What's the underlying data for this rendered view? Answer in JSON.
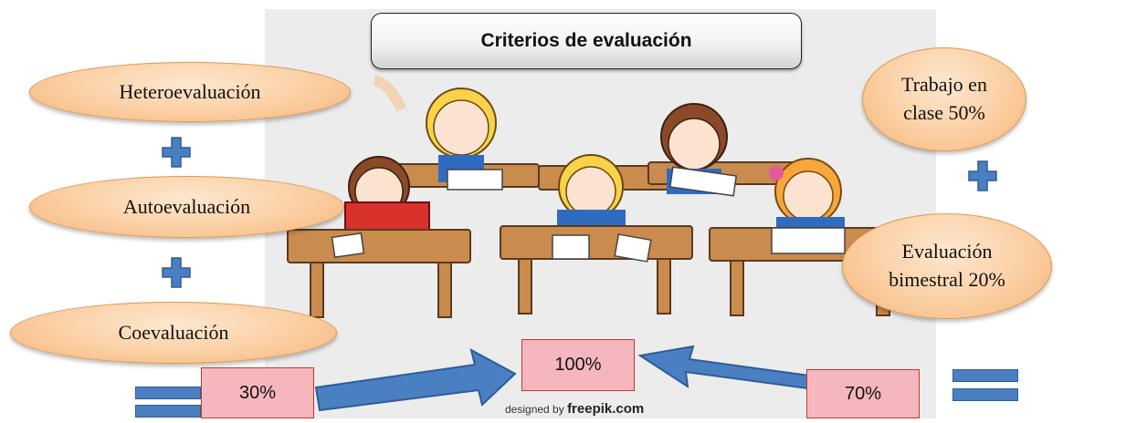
{
  "title": "Criterios de evaluación",
  "left_ovals": [
    "Heteroevaluación",
    "Autoevaluación",
    "Coevaluación"
  ],
  "right_ovals": [
    "Trabajo en clase 50%",
    "Evaluación bimestral 20%"
  ],
  "percent_left": "30%",
  "percent_center": "100%",
  "percent_right": "70%",
  "watermark": {
    "prefix": "designed by",
    "brand": "freepik.com"
  },
  "illustration": "students-at-desks",
  "icons": [
    "plus-icon",
    "equals-icon",
    "right-arrow-icon",
    "left-arrow-icon"
  ],
  "colors": {
    "oval_fill": "#fbcfa3",
    "oval_border": "#d99a55",
    "plus_blue": "#4a7fc1",
    "percent_box": "#f5b7bd",
    "percent_border": "#c0392b",
    "arrow_blue": "#4a7fc1",
    "panel_bg": "#ececed"
  }
}
